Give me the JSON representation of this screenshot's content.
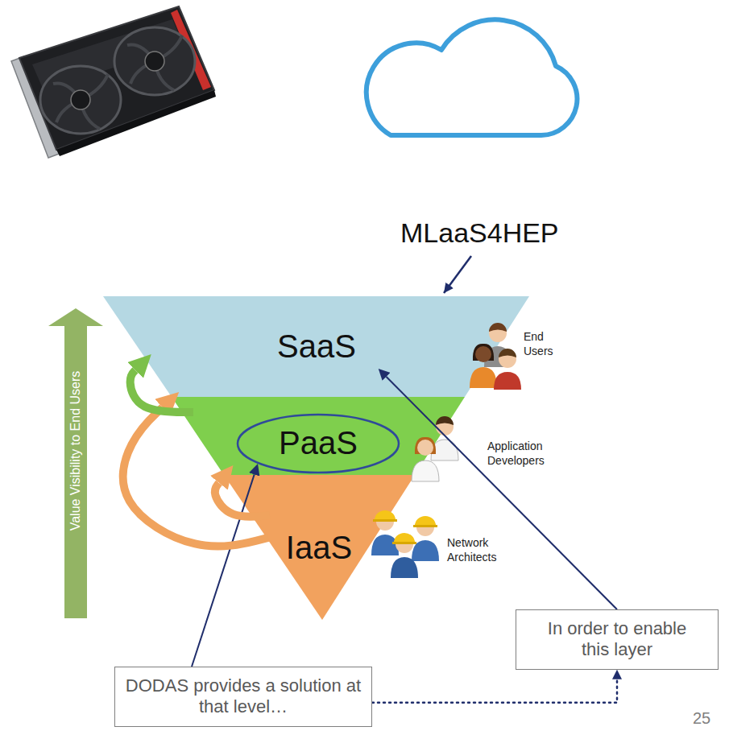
{
  "diagram": {
    "nodes": [
      {
        "text": [
          "SaaS"
        ]
      },
      {
        "text": [
          "PaaS"
        ]
      },
      {
        "text": [
          "IaaS"
        ]
      },
      {
        "text": [
          "In order to enable this layer"
        ]
      },
      {
        "text": [
          "DODAS provides a solution at that level…"
        ]
      }
    ],
    "edges": [
      {
        "from": 3,
        "to": 0,
        "arrow": "to"
      },
      {
        "from": 4,
        "to": 1,
        "arrow": "to"
      },
      {
        "from": 4,
        "to": 3,
        "arrow": "to"
      },
      {
        "from": 2,
        "to": 0,
        "arrow": "to"
      },
      {
        "from": 2,
        "to": 1,
        "arrow": "to"
      },
      {
        "from": 1,
        "to": 0,
        "arrow": "to"
      }
    ],
    "labels": [
      "MLaaS4HEP",
      "End Users",
      "Application Developers",
      "Network Architects",
      "Value Visibility to End Users",
      "25"
    ]
  }
}
